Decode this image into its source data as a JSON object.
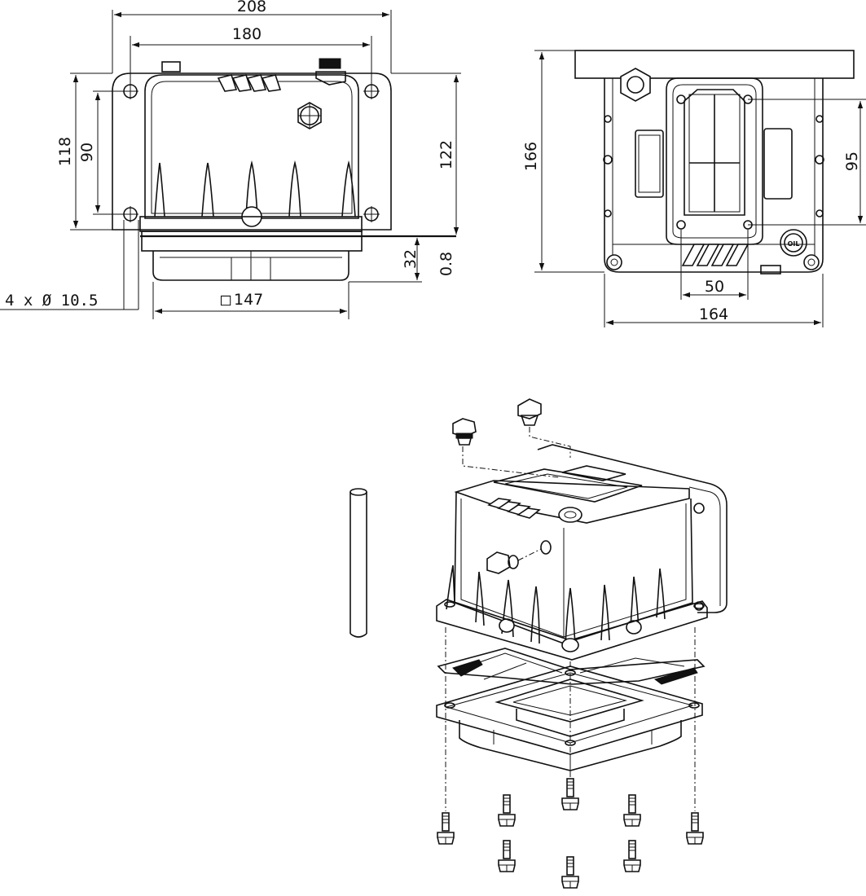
{
  "dimensions": {
    "front_total_width": "208",
    "front_hole_spacing": "180",
    "front_total_height": "118",
    "front_hole_height": "90",
    "front_height_right": "122",
    "front_lower_depth": "32",
    "front_gap": "0.8",
    "front_holes": "4 x Ø 10.5",
    "front_square_symbol": "◻",
    "front_square_size": "147",
    "side_total_height": "166",
    "side_inner_height": "95",
    "side_port_width": "50",
    "side_total_width": "164"
  },
  "labels": {
    "oil_cap": "OIL"
  }
}
